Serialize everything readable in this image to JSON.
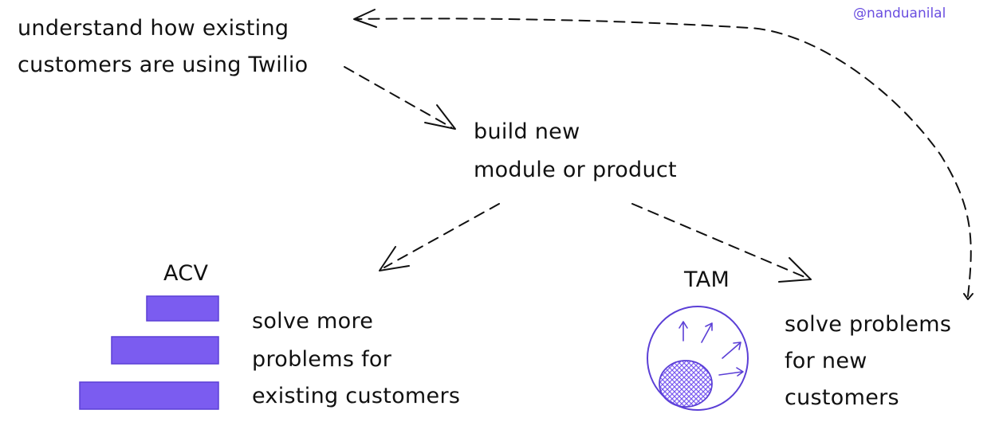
{
  "credit": "@nanduanilal",
  "nodes": {
    "understand": [
      "understand how existing",
      "customers are using Twilio"
    ],
    "build": [
      "build new",
      "module or product"
    ],
    "acv_title": "ACV",
    "acv_text": [
      "solve more",
      "problems for",
      "existing customers"
    ],
    "tam_title": "TAM",
    "tam_text": [
      "solve problems",
      "for new",
      "customers"
    ]
  },
  "colors": {
    "accent": "#7b5cf0",
    "accent_dark": "#5b3fd6",
    "ink": "#111111",
    "credit": "#6a4ee0"
  }
}
